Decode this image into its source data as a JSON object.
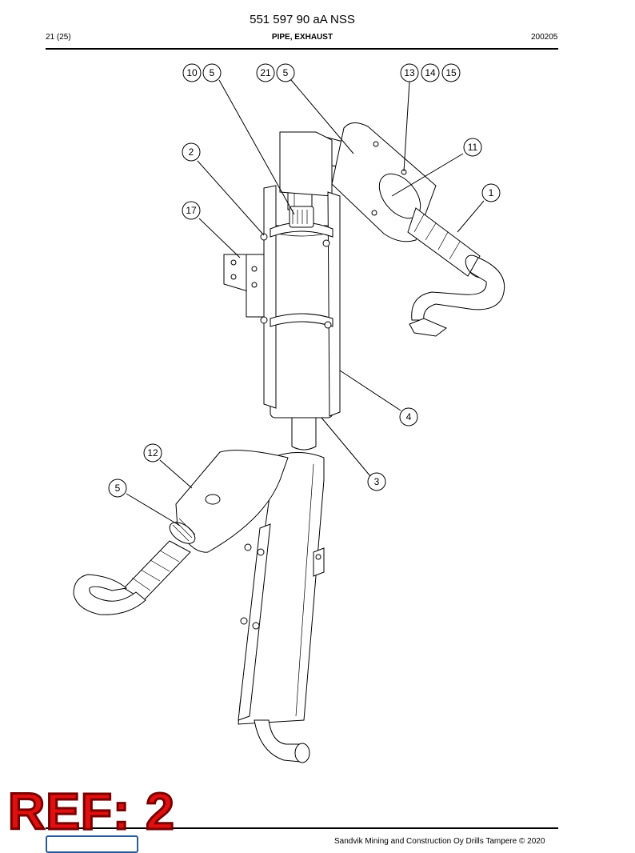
{
  "header": {
    "document_id": "551 597 90 aA NSS",
    "page": "21 (25)",
    "title": "PIPE, EXHAUST",
    "date": "200205"
  },
  "callouts": [
    "10",
    "5",
    "21",
    "5",
    "13",
    "14",
    "15",
    "11",
    "1",
    "2",
    "17",
    "4",
    "3",
    "12",
    "5"
  ],
  "footer": {
    "copyright": "Sandvik Mining and Construction Oy Drills Tampere © 2020"
  },
  "stamp": {
    "text": "REF: 2",
    "color": "#e01010"
  }
}
